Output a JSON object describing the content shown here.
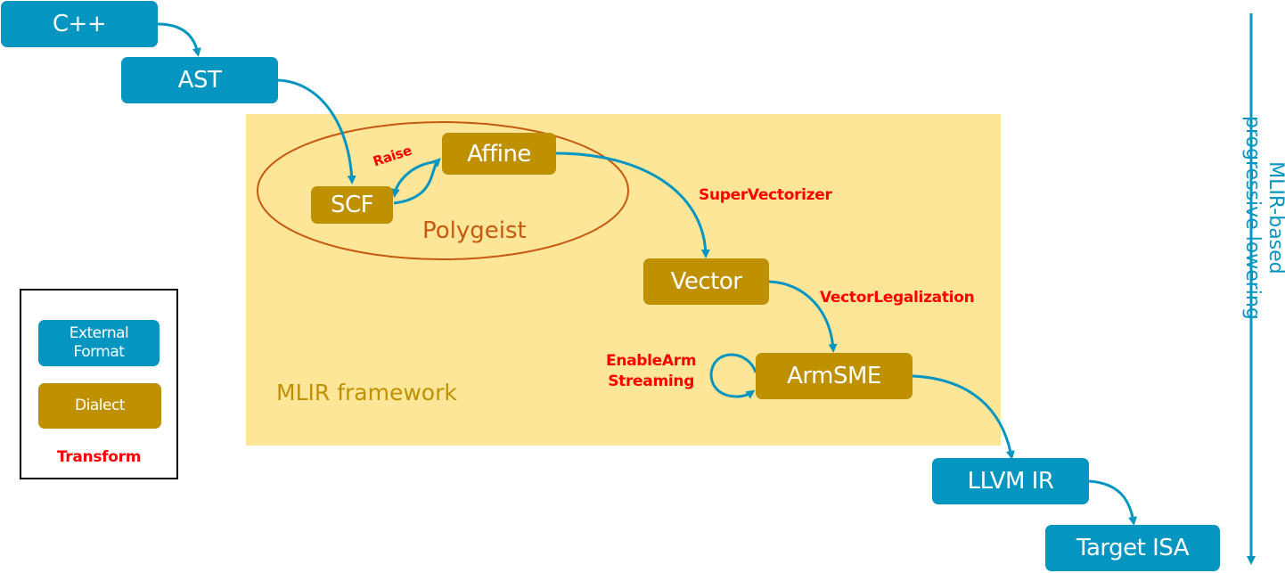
{
  "colors": {
    "external": "#0595c1",
    "dialect": "#bf9000",
    "transform": "#ff0000",
    "mlir_region": "#fee699",
    "polygeist_outline": "#c55a11"
  },
  "nodes": {
    "cpp": "C++",
    "ast": "AST",
    "scf": "SCF",
    "affine": "Affine",
    "vector": "Vector",
    "armsme": "ArmSME",
    "llvm_ir": "LLVM IR",
    "target_isa": "Target ISA"
  },
  "transforms": {
    "raise": "Raise",
    "supervectorizer": "SuperVectorizer",
    "vector_legalization": "VectorLegalization",
    "enable_arm_streaming_1": "EnableArm",
    "enable_arm_streaming_2": "Streaming"
  },
  "regions": {
    "polygeist": "Polygeist",
    "mlir_framework": "MLIR framework"
  },
  "side_label": {
    "line1": "MLIR-based",
    "line2": "progressive lowering"
  },
  "legend": {
    "external_1": "External",
    "external_2": "Format",
    "dialect": "Dialect",
    "transform": "Transform"
  }
}
